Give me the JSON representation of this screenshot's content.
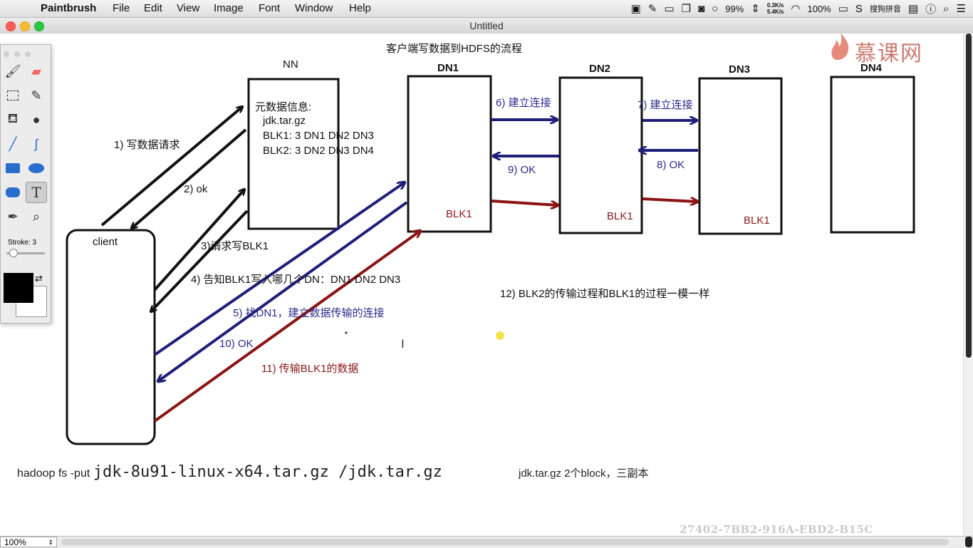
{
  "menubar": {
    "app_name": "Paintbrush",
    "items": [
      "File",
      "Edit",
      "View",
      "Image",
      "Font",
      "Window",
      "Help"
    ],
    "battery_percent": "99%",
    "net_up": "0.3K/s",
    "net_down": "5.4K/s",
    "battery2_percent": "100%",
    "input_method": "搜狗拼音"
  },
  "window": {
    "title": "Untitled"
  },
  "palette": {
    "stroke_label": "Stroke: 3",
    "stroke_value": 3
  },
  "diagram": {
    "title": "客户端写数据到HDFS的流程",
    "nodes": {
      "nn": "NN",
      "dn1": "DN1",
      "dn2": "DN2",
      "dn3": "DN3",
      "dn4": "DN4",
      "client": "client"
    },
    "metadata": {
      "heading": "元数据信息:",
      "file": "jdk.tar.gz",
      "blk1": "BLK1: 3  DN1  DN2  DN3",
      "blk2": "BLK2: 3  DN2  DN3  DN4"
    },
    "blk_labels": [
      "BLK1",
      "BLK1",
      "BLK1"
    ],
    "steps": {
      "s1": "1) 写数据请求",
      "s2": "2)  ok",
      "s3": "3)请求写BLK1",
      "s4": "4) 告知BLK1写入哪几个DN：DN1  DN2  DN3",
      "s5": "5) 找DN1，建立数据传输的连接",
      "s6": "6) 建立连接",
      "s7": "7) 建立连接",
      "s8": "8) OK",
      "s9": "9) OK",
      "s10": "10) OK",
      "s11": "11) 传输BLK1的数据",
      "s12": "12) BLK2的传输过程和BLK1的过程一模一样"
    },
    "command_prefix": "hadoop fs -put",
    "command_args": "jdk-8u91-linux-x64.tar.gz /jdk.tar.gz",
    "command_note": "jdk.tar.gz 2个block，三副本",
    "logo_text": "慕课网",
    "watermark": "27402-7BB2-916A-EBD2-B15C"
  },
  "bottom": {
    "zoom": "100%"
  },
  "colors": {
    "blue_arrow": "#1f1f7a",
    "red_arrow": "#8b1414",
    "black_arrow": "#111111"
  }
}
